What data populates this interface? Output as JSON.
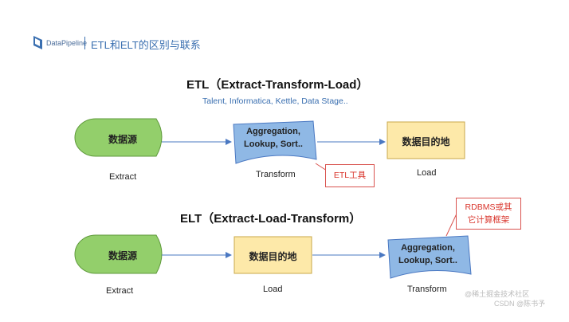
{
  "header": {
    "logo_text": "DataPipeline",
    "title": "ETL和ELT的区别与联系"
  },
  "etl": {
    "heading": "ETL（Extract-Transform-Load）",
    "tools_line": "Talent, Informatica, Kettle, Data Stage..",
    "source_label": "数据源",
    "extract_label": "Extract",
    "transform_box_line1": "Aggregation,",
    "transform_box_line2": "Lookup,  Sort..",
    "transform_label": "Transform",
    "target_label": "数据目的地",
    "load_label": "Load",
    "callout": "ETL工具"
  },
  "elt": {
    "heading": "ELT（Extract-Load-Transform）",
    "source_label": "数据源",
    "extract_label": "Extract",
    "target_label": "数据目的地",
    "load_label": "Load",
    "transform_box_line1": "Aggregation,",
    "transform_box_line2": "Lookup,  Sort..",
    "transform_label": "Transform",
    "callout_line1": "RDBMS或其",
    "callout_line2": "它计算框架"
  },
  "watermark": {
    "line1": "@稀土掘金技术社区",
    "line2": "CSDN @陈书予"
  },
  "colors": {
    "source_fill": "#93cf6b",
    "target_fill": "#fde9a9",
    "transform_fill": "#8fb8e5",
    "arrow": "#4a78c2",
    "callout_border": "#d9534f"
  }
}
